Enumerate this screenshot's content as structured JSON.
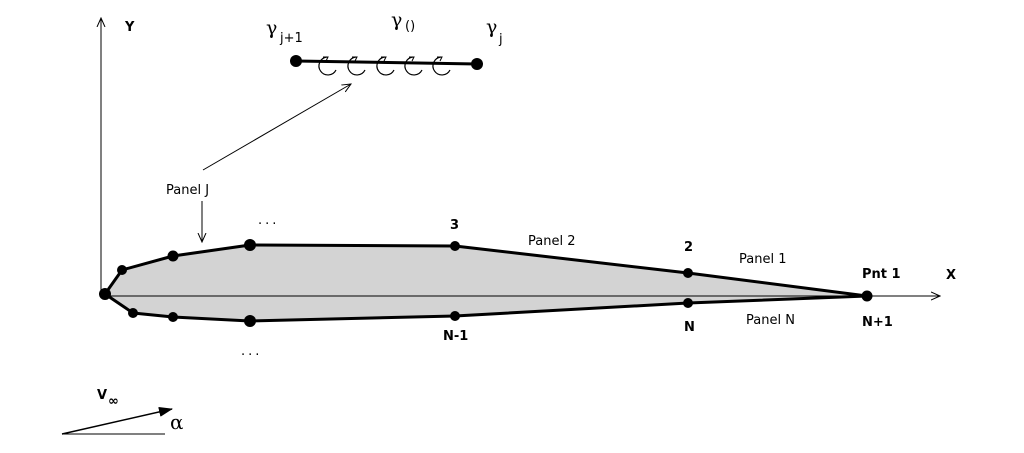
{
  "axes": {
    "x_label": "X",
    "y_label": "Y"
  },
  "panel_detail": {
    "gamma_left": "γ",
    "gamma_left_sub": "j+1",
    "gamma_mid": "γ",
    "gamma_mid_sub": "()",
    "gamma_right": "γ",
    "gamma_right_sub": "j",
    "pointer_label": "Panel J"
  },
  "upper_surface": {
    "panel_1": "Panel 1",
    "panel_2": "Panel 2",
    "node_2": "2",
    "node_3": "3",
    "trailing_node": "Pnt 1",
    "dots": "..."
  },
  "lower_surface": {
    "panel_n": "Panel N",
    "node_n": "N",
    "node_n_minus_1": "N-1",
    "trailing_node": "N+1",
    "dots": "..."
  },
  "freestream": {
    "velocity": "V",
    "velocity_sub": "∞",
    "angle": "α"
  },
  "colors": {
    "airfoil_fill": "#d3d3d3",
    "stroke": "#000000",
    "background": "#ffffff"
  }
}
